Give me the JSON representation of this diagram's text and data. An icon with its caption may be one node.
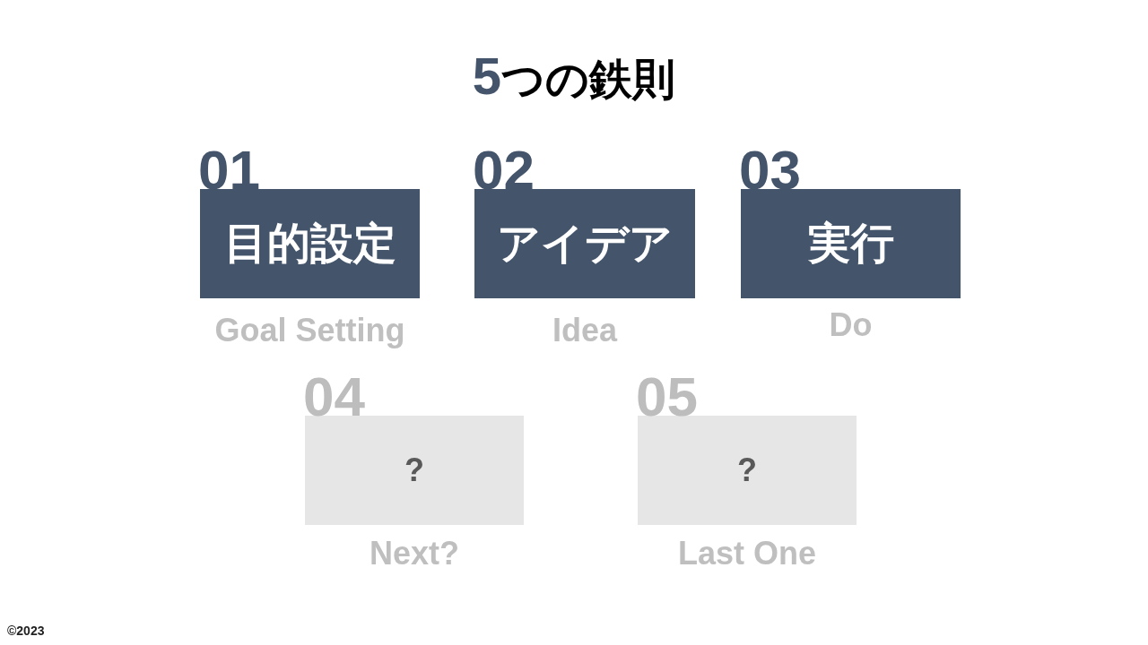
{
  "diagram": {
    "title": "5つの鉄則",
    "nodes": [
      {
        "text": [
          "01",
          "目的設定"
        ],
        "beside": [
          "Goal Setting"
        ]
      },
      {
        "text": [
          "02",
          "アイデア"
        ],
        "beside": [
          "Idea"
        ]
      },
      {
        "text": [
          "03",
          "実行"
        ],
        "beside": [
          "Do"
        ]
      },
      {
        "text": [
          "04",
          "?"
        ],
        "beside": [
          "Next?"
        ]
      },
      {
        "text": [
          "05",
          "?"
        ],
        "beside": [
          "Last One"
        ]
      }
    ],
    "labels": [
      "©2023"
    ]
  }
}
